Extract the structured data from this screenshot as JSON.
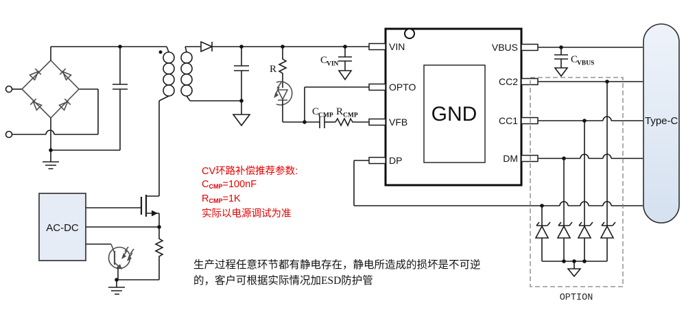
{
  "colors": {
    "wire": "#1a1a1a",
    "symbol_gray": "#4d4d4d",
    "red_note": "#e60000",
    "block_fill": "#e6ecf6",
    "typec_fill_top": "#eef3fa",
    "typec_fill_bottom": "#d8e3f1",
    "dashed_box": "#7f7f7f"
  },
  "ic": {
    "left_pins": [
      "VIN",
      "OPTO",
      "VFB",
      "DP"
    ],
    "right_pins": [
      "VBUS",
      "CC2",
      "CC1",
      "DM"
    ],
    "pad_label": "GND"
  },
  "labels": {
    "r": "R",
    "cvin": {
      "main": "C",
      "sub": "VIN"
    },
    "ccmp": {
      "main": "C",
      "sub": "CMP"
    },
    "rcmp": {
      "main": "R",
      "sub": "CMP"
    },
    "cvbus": {
      "main": "C",
      "sub": "VBUS"
    },
    "acdc": "AC-DC",
    "typec": "Type-C",
    "option": "OPTION"
  },
  "notes": {
    "cv_title": "CV环路补偿推荐参数:",
    "cv_l2_pre": "C",
    "cv_l2_sub": "CMP",
    "cv_l2_post": "=100nF",
    "cv_l3_pre": "R",
    "cv_l3_sub": "CMP",
    "cv_l3_post": "=1K",
    "cv_l4": "实际以电源调试为准",
    "esd_l1": "生产过程任意环节都有静电存在，静电所造成的损坏是不可逆",
    "esd_l2": "的，客户可根据实际情况加ESD防护管"
  }
}
